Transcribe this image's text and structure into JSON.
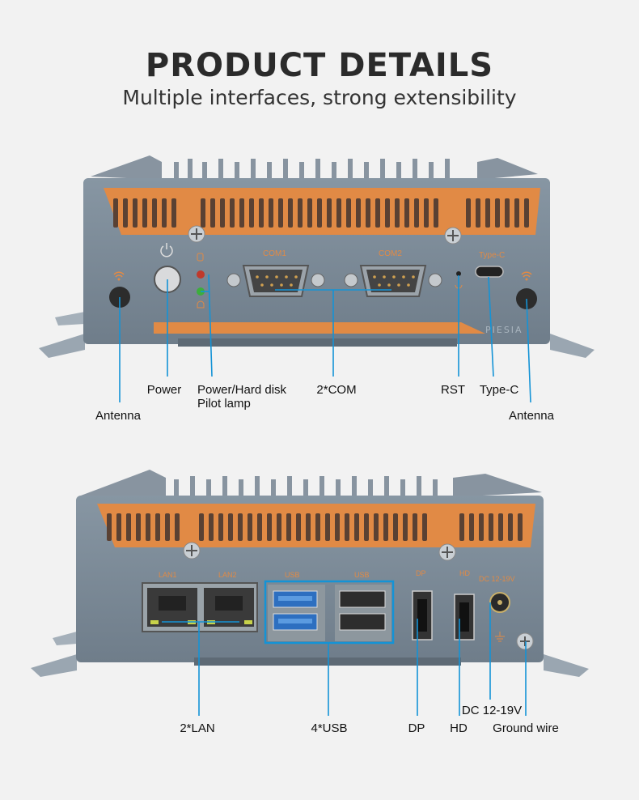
{
  "header": {
    "title": "PRODUCT DETAILS",
    "subtitle": "Multiple interfaces, strong extensibility"
  },
  "front_panel": {
    "port_markings": {
      "com1": "COM1",
      "com2": "COM2",
      "type_c": "Type-C",
      "brand": "PIESIA"
    },
    "callouts": {
      "antenna_left": "Antenna",
      "power": "Power",
      "power_hdd_line1": "Power/Hard disk",
      "power_hdd_line2": "Pilot lamp",
      "com": "2*COM",
      "rst": "RST",
      "type_c": "Type-C",
      "antenna_right": "Antenna"
    }
  },
  "rear_panel": {
    "port_markings": {
      "lan1": "LAN1",
      "lan2": "LAN2",
      "usb_a": "USB",
      "usb_b": "USB",
      "dp": "DP",
      "hd": "HD",
      "dc": "DC 12-19V"
    },
    "callouts": {
      "lan": "2*LAN",
      "usb": "4*USB",
      "dp": "DP",
      "hd": "HD",
      "dc": "DC 12-19V",
      "ground": "Ground wire"
    }
  },
  "colors": {
    "chassis": "#7d8c99",
    "vent_orange": "#e18a45",
    "callout_blue": "#1493d6"
  }
}
